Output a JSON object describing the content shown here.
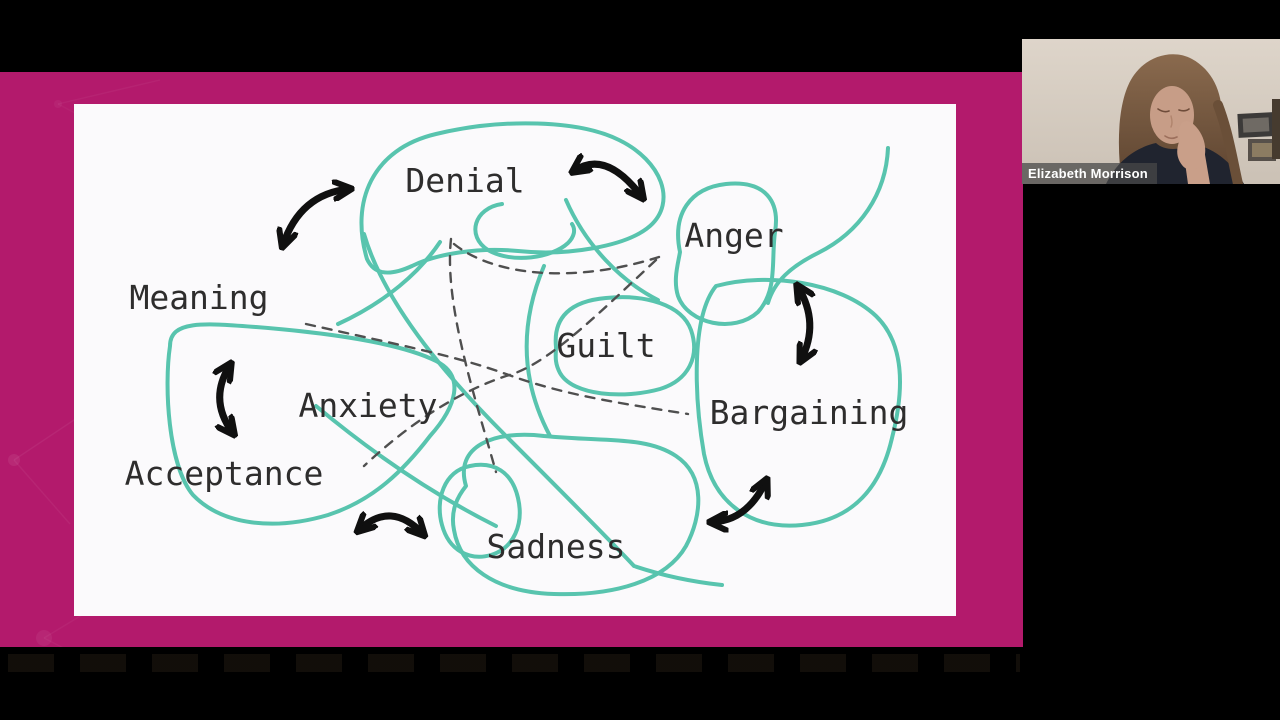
{
  "scene": {
    "kind": "webinar screen share",
    "background_color": "#000000"
  },
  "slide": {
    "background_color": "#fbfafc",
    "frame_color": "#b31a6c",
    "diagram": {
      "description": "Hand-drawn tangle of overlapping loops representing grief emotions, connected by two-way arrows and dashed paths",
      "loop_color": "#58c4ae",
      "dashed_color": "#4f4f4f",
      "arrow_color": "#101010",
      "text_color": "#2e2d2d",
      "labels": [
        "Denial",
        "Anger",
        "Meaning",
        "Guilt",
        "Anxiety",
        "Bargaining",
        "Acceptance",
        "Sadness"
      ]
    }
  },
  "participant": {
    "name": "Elizabeth Morrison",
    "name_bar_color": "rgba(72,72,72,0.74)"
  }
}
